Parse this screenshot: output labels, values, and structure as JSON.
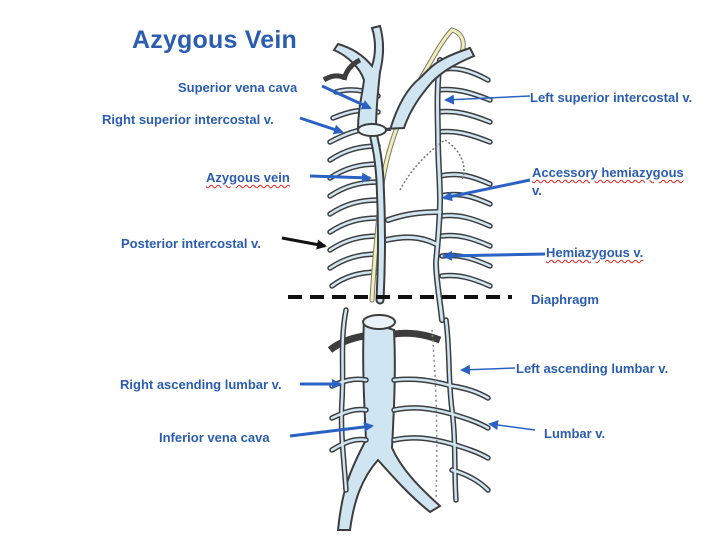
{
  "title": "Azygous Vein",
  "labels": {
    "superior_vena_cava": "Superior vena cava",
    "right_superior_intercostal": "Right superior intercostal v.",
    "azygous_vein": "Azygous vein",
    "posterior_intercostal": "Posterior intercostal v.",
    "left_superior_intercostal": "Left superior intercostal v.",
    "accessory_hemiazygous_line1": "Accessory hemiazygous",
    "accessory_hemiazygous_line2": "v.",
    "hemiazygous": "Hemiazygous v.",
    "diaphragm": "Diaphragm",
    "left_ascending_lumbar": "Left ascending lumbar v.",
    "right_ascending_lumbar": "Right ascending lumbar v.",
    "inferior_vena_cava": "Inferior vena cava",
    "lumbar": "Lumbar v."
  },
  "colors": {
    "label_text": "#2a5db0",
    "vein_fill": "#cfe6f2",
    "vein_outline": "#3d3d3d",
    "arrow_blue": "#2a62c4",
    "arrow_black": "#111111",
    "thoracic_duct": "#f3efb4",
    "diaphragm_line": "#111111",
    "spell_underline": "#dd2222"
  }
}
